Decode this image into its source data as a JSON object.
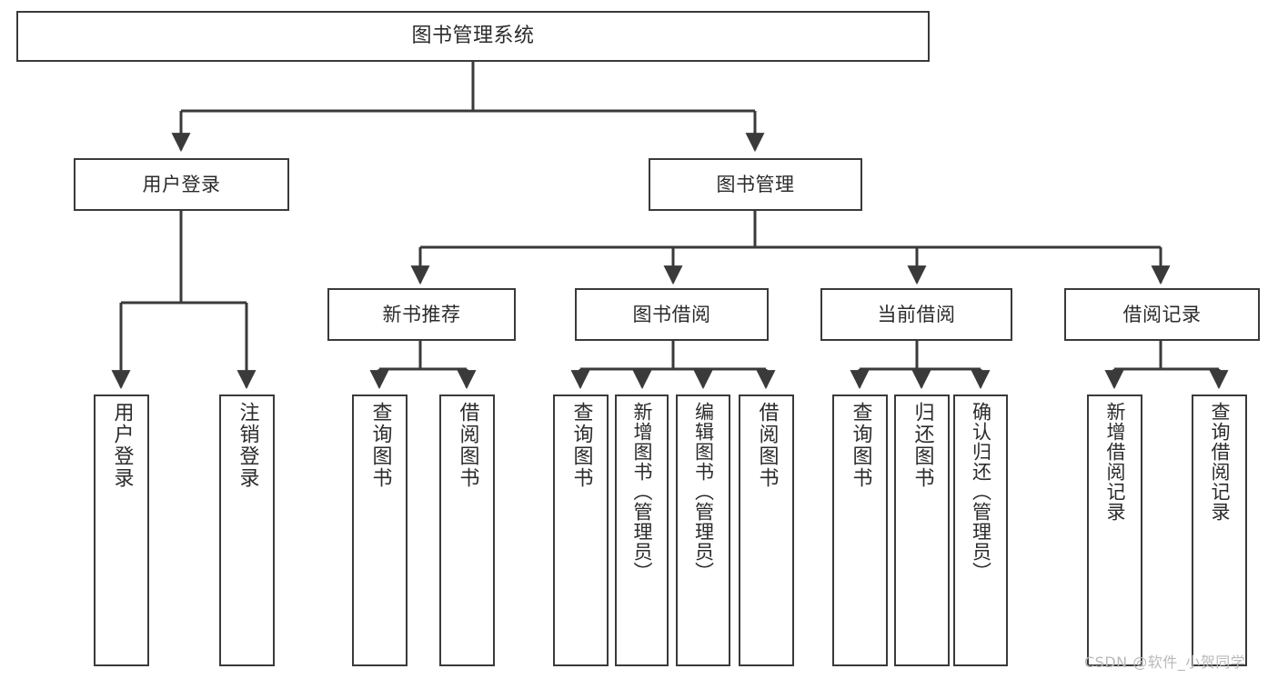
{
  "diagram": {
    "title": "图书管理系统",
    "type": "hierarchy-tree",
    "root": {
      "label": "图书管理系统"
    },
    "level1": [
      {
        "label": "用户登录"
      },
      {
        "label": "图书管理"
      }
    ],
    "level2": [
      {
        "label": "新书推荐"
      },
      {
        "label": "图书借阅"
      },
      {
        "label": "当前借阅"
      },
      {
        "label": "借阅记录"
      }
    ],
    "leaves": {
      "user_login": [
        {
          "label": "用户登录"
        },
        {
          "label": "注销登录"
        }
      ],
      "new_book_recommend": [
        {
          "label": "查询图书"
        },
        {
          "label": "借阅图书"
        }
      ],
      "book_borrow": [
        {
          "label": "查询图书"
        },
        {
          "label": "新增图书（管理员）"
        },
        {
          "label": "编辑图书（管理员）"
        },
        {
          "label": "借阅图书"
        }
      ],
      "current_borrow": [
        {
          "label": "查询图书"
        },
        {
          "label": "归还图书"
        },
        {
          "label": "确认归还（管理员）"
        }
      ],
      "borrow_record": [
        {
          "label": "新增借阅记录"
        },
        {
          "label": "查询借阅记录"
        }
      ]
    }
  },
  "watermark": {
    "text": "CSDN @软件_小贺同学"
  },
  "colors": {
    "stroke": "#3a3a3a",
    "background": "#ffffff",
    "text": "#2b2b2b",
    "watermark": "#b9b9b9"
  }
}
